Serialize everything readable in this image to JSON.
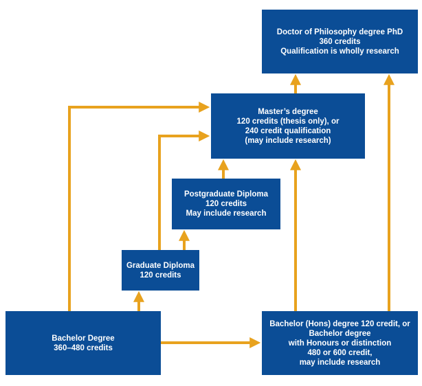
{
  "diagram": {
    "accent_color": "#e8a21e",
    "box_color": "#0b4d96",
    "boxes": {
      "phd": [
        "Doctor of Philosophy degree PhD",
        "360 credits",
        "Qualification is wholly research"
      ],
      "masters": [
        "Master’s degree",
        "120 credits (thesis only), or",
        "240 credit qualification",
        "(may include research)"
      ],
      "pgdip": [
        "Postgraduate Diploma",
        "120 credits",
        "May include research"
      ],
      "graddip": [
        "Graduate Diploma",
        "120 credits"
      ],
      "bachelor": [
        "Bachelor Degree",
        "360–480 credits"
      ],
      "hons": [
        "Bachelor (Hons) degree 120 credit, or",
        "Bachelor degree",
        "with Honours or distinction",
        "480 or 600 credit,",
        "may include research"
      ]
    }
  }
}
